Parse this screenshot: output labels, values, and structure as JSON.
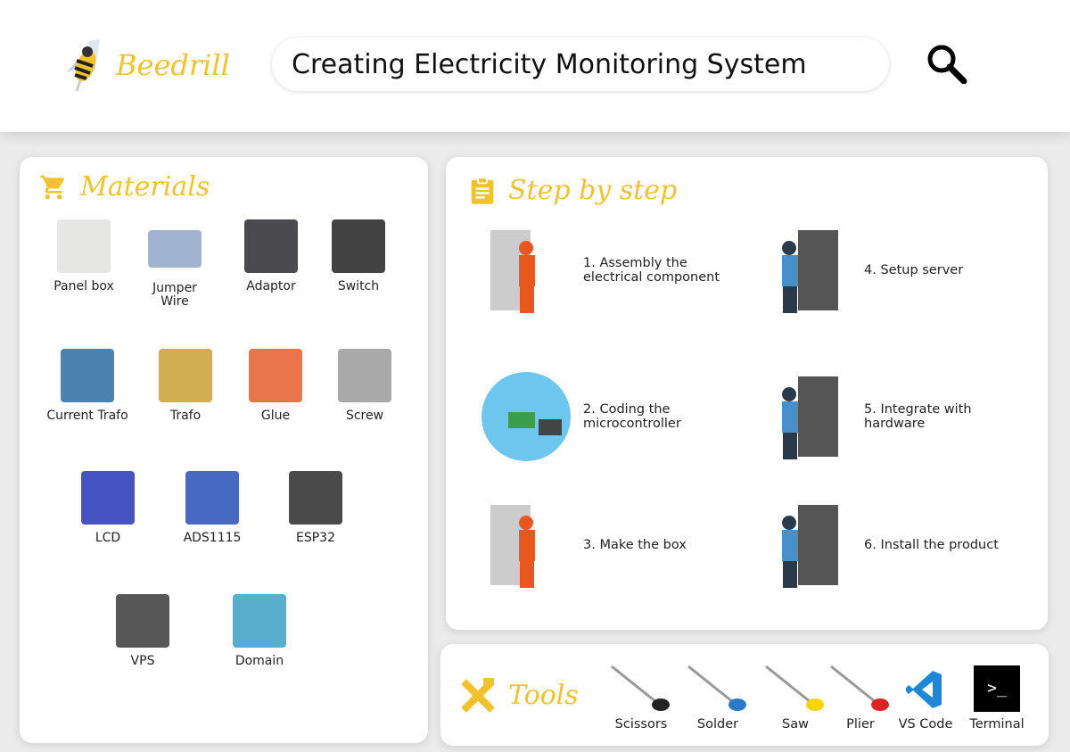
{
  "header": {
    "logo_text": "Beedrill",
    "search_value": "Creating Electricity Monitoring System"
  },
  "materials": {
    "title": "Materials",
    "items": [
      {
        "label": "Panel box",
        "color": "#e2e2e0"
      },
      {
        "label": "Jumper\nWire",
        "color": "#8fa7c9"
      },
      {
        "label": "Adaptor",
        "color": "#2b2b30"
      },
      {
        "label": "Switch",
        "color": "#222"
      },
      {
        "label": "Current Trafo",
        "color": "#2a6ea0"
      },
      {
        "label": "Trafo",
        "color": "#c9a030"
      },
      {
        "label": "Glue",
        "color": "#e85d2a"
      },
      {
        "label": "Screw",
        "color": "#9a9a9a"
      },
      {
        "label": "LCD",
        "color": "#2436b6"
      },
      {
        "label": "ADS1115",
        "color": "#2550b5"
      },
      {
        "label": "ESP32",
        "color": "#2a2a2a"
      },
      {
        "label": "VPS",
        "color": "#3a3a3a"
      },
      {
        "label": "Domain",
        "color": "#3aa0c4"
      }
    ]
  },
  "steps": {
    "title": "Step by step",
    "items": [
      {
        "label": "1. Assembly the\n   electrical component"
      },
      {
        "label": "2. Coding the\n   microcontroller"
      },
      {
        "label": "3. Make the box"
      },
      {
        "label": "4. Setup server"
      },
      {
        "label": "5. Integrate with\n   hardware"
      },
      {
        "label": "6. Install the product"
      }
    ]
  },
  "tools": {
    "title": "Tools",
    "items": [
      {
        "label": "Scissors"
      },
      {
        "label": "Solder"
      },
      {
        "label": "Saw"
      },
      {
        "label": "Plier"
      },
      {
        "label": "VS Code"
      },
      {
        "label": "Terminal"
      }
    ],
    "terminal_glyph": ">_"
  },
  "colors": {
    "accent": "#f2c12e",
    "worker": "#e8571e"
  }
}
